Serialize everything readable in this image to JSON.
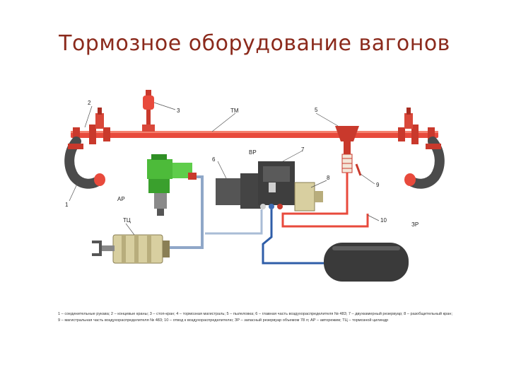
{
  "slide": {
    "title": "Тормозное оборудование вагонов"
  },
  "diagram": {
    "labels": {
      "n1": "1",
      "n2": "2",
      "n3": "3",
      "tm": "ТМ",
      "n5": "5",
      "vr": "ВР",
      "n7": "7",
      "n6": "6",
      "n8": "8",
      "n9": "9",
      "ar": "АР",
      "tc": "ТЦ",
      "n10": "10",
      "zr": "ЗР"
    },
    "colors": {
      "brake_line": "#e84a3c",
      "hose": "#555555",
      "reservoir": "#3a3a3a",
      "green_unit": "#4dbb3a",
      "cylinder": "#d8cfa0"
    },
    "caption": "1 – соединительные рукава; 2 – концевые краны; 3 – стоп-кран; 4 – тормозная магистраль; 5 – пылеловка; 6 – главная часть воздухораспределителя № 483; 7 – двухкамерный резервуар; 8 – разобщительный кран; 9 – магистральная часть воздухораспределителя № 483; 10 – отвод к воздухораспределителю; ЗР – запасный резервуар объемом 78 л; АР – авторежим; ТЦ – тормозной цилиндр"
  }
}
